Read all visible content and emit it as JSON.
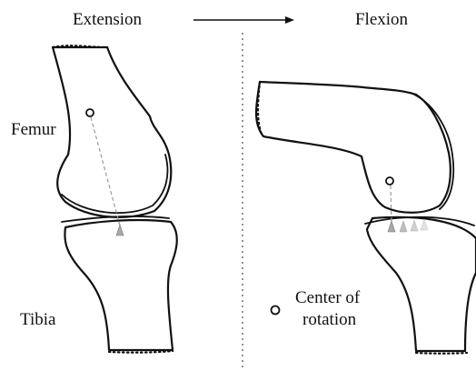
{
  "labels": {
    "extension": "Extension",
    "flexion": "Flexion",
    "femur": "Femur",
    "tibia": "Tibia",
    "legend_line1": "Center of",
    "legend_line2": "rotation"
  },
  "colors": {
    "line": "#111111",
    "contact_marker": "#a8a8a8",
    "contact_marker_faded": "#d6d6d6",
    "guide": "#9a9a9a"
  }
}
